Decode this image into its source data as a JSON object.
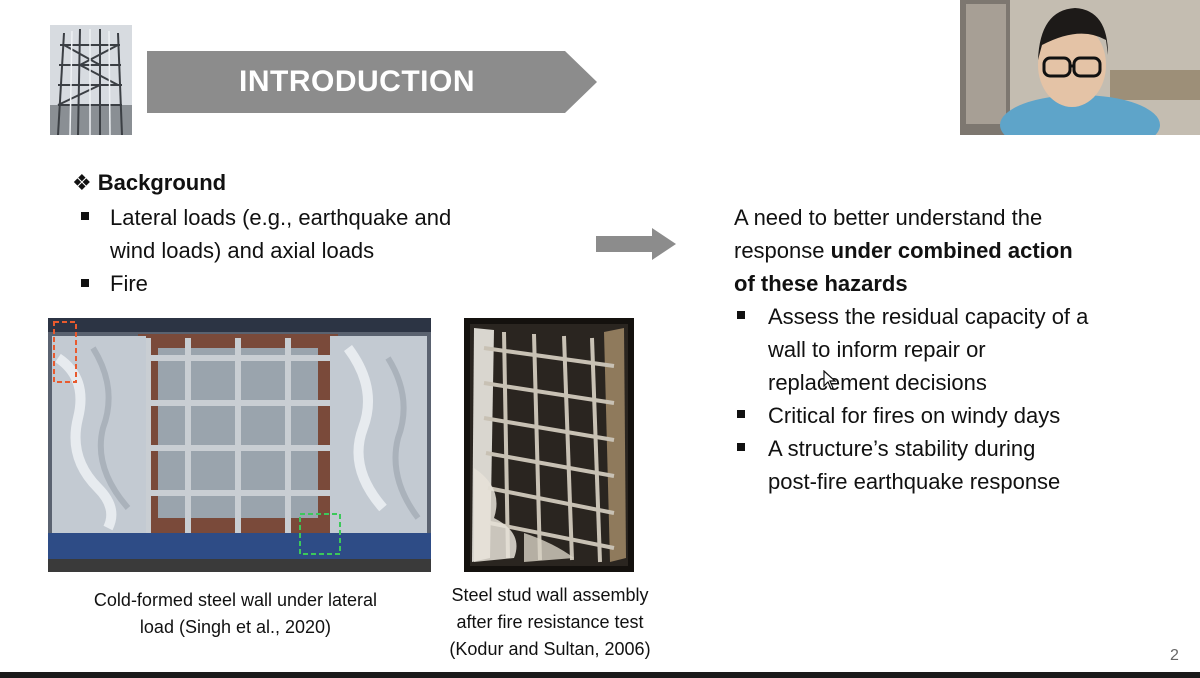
{
  "slide": {
    "title": "INTRODUCTION",
    "page_number": "2",
    "background": {
      "heading": "Background",
      "items": [
        [
          "Lateral loads (e.g., earthquake and",
          "wind loads) and axial loads"
        ],
        [
          "Fire"
        ]
      ]
    },
    "need": {
      "line1": "A need to better understand the",
      "line2_plain": "response ",
      "line2_bold": "under combined action",
      "line3_bold": "of these hazards",
      "items": [
        [
          "Assess the residual capacity of a",
          "wall to inform repair or",
          "replacement decisions"
        ],
        [
          "Critical for fires on windy days"
        ],
        [
          "A structure’s stability during",
          "post-fire earthquake response"
        ]
      ]
    },
    "captions": {
      "photo1": [
        "Cold-formed steel wall under lateral",
        "load (Singh et al., 2020)"
      ],
      "photo2": [
        "Steel stud wall assembly",
        "after fire resistance test",
        "(Kodur and Sultan, 2006)"
      ]
    }
  },
  "colors": {
    "title_band": "#8c8c8c",
    "arrow": "#8c8c8c",
    "text": "#111111"
  },
  "icons": {
    "heading_bullet": "diamond-bullet-icon",
    "list_bullet": "square-bullet-icon",
    "arrow": "right-arrow-icon"
  }
}
